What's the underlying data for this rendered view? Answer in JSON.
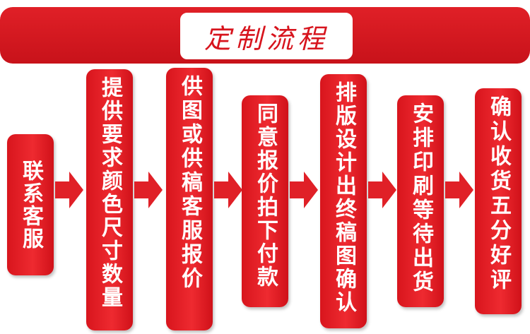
{
  "header": {
    "title": "定制流程"
  },
  "steps": [
    {
      "label": "联系客服"
    },
    {
      "label": "提供要求颜色尺寸数量"
    },
    {
      "label": "供图或供稿客服报价"
    },
    {
      "label": "同意报价拍下付款"
    },
    {
      "label": "排版设计出终稿图确认"
    },
    {
      "label": "安排印刷等待出货"
    },
    {
      "label": "确认收货五分好评"
    }
  ],
  "colors": {
    "primary_red": "#e02027",
    "text_white": "#ffffff"
  }
}
